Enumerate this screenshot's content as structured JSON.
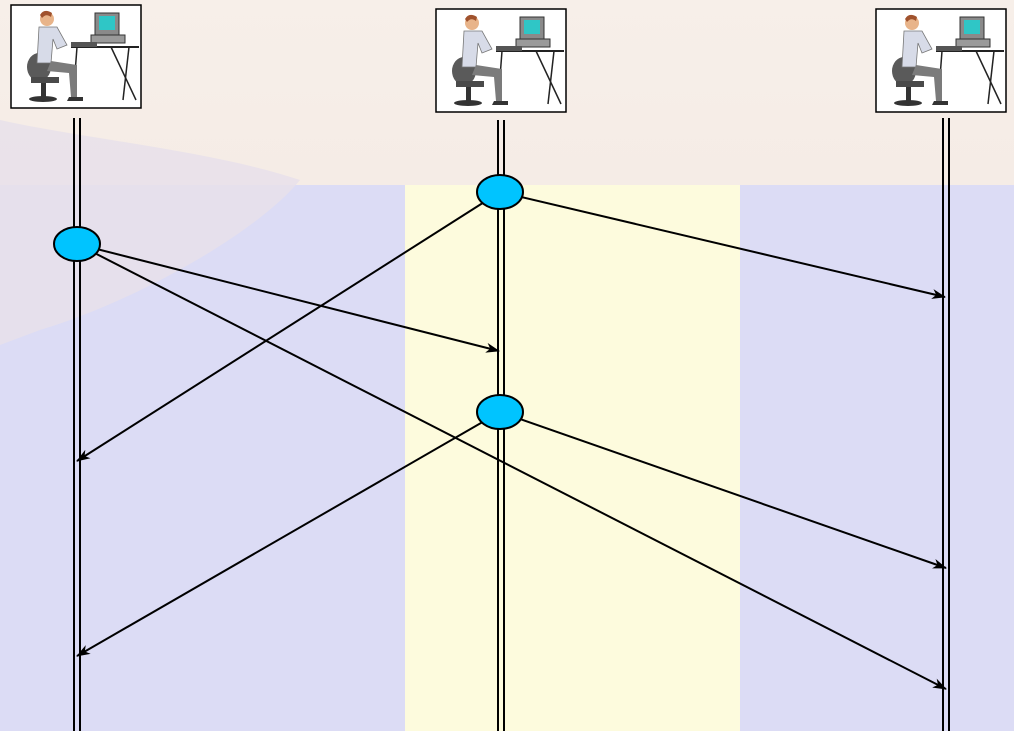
{
  "colors": {
    "top_band": "#f7efe9",
    "lavender": "#dcdcf5",
    "cream": "#fdfbdd",
    "event_fill": "#00c4ff",
    "line": "#000000"
  },
  "processes": [
    {
      "id": "p1",
      "icon": "person-at-computer-icon"
    },
    {
      "id": "p2",
      "icon": "person-at-computer-icon"
    },
    {
      "id": "p3",
      "icon": "person-at-computer-icon"
    }
  ],
  "events": [
    {
      "id": "e1",
      "process": "p1",
      "order": 2
    },
    {
      "id": "e2",
      "process": "p2",
      "order": 1
    },
    {
      "id": "e3",
      "process": "p2",
      "order": 3
    }
  ],
  "messages": [
    {
      "from": "e2",
      "to": "p3"
    },
    {
      "from": "e2",
      "to": "p1"
    },
    {
      "from": "e1",
      "to": "p2"
    },
    {
      "from": "e1",
      "to": "p3"
    },
    {
      "from": "e3",
      "to": "p3"
    },
    {
      "from": "e3",
      "to": "p1"
    }
  ]
}
